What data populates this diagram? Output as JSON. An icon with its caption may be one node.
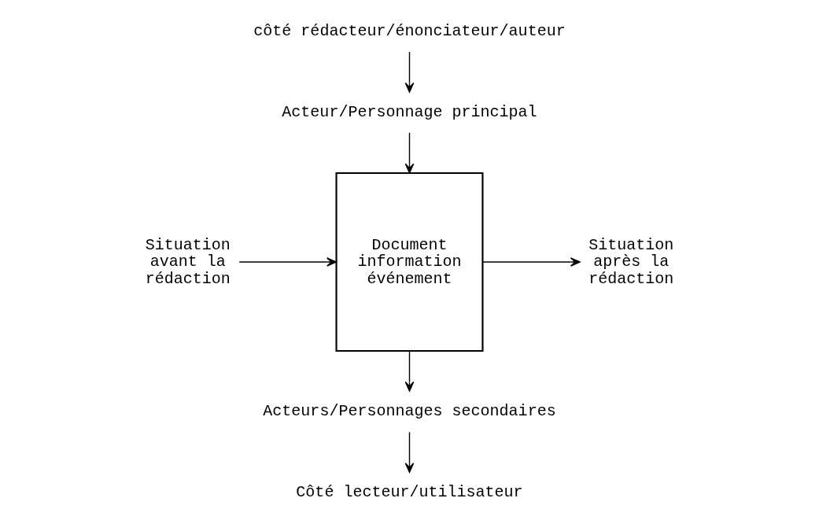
{
  "diagram": {
    "nodes": [
      {
        "text": [
          "côté rédacteur/énonciateur/auteur"
        ]
      },
      {
        "text": [
          "Acteur/Personnage principal"
        ]
      },
      {
        "text": [
          "Situation avant la rédaction"
        ]
      },
      {
        "text": [
          "Document information événement"
        ]
      },
      {
        "text": [
          "Situation après la rédaction"
        ]
      },
      {
        "text": [
          "Acteurs/Personnages secondaires"
        ]
      },
      {
        "text": [
          "Côté lecteur/utilisateur"
        ]
      }
    ],
    "edges": [
      {
        "from": 0,
        "to": 1,
        "arrow": "to"
      },
      {
        "from": 1,
        "to": 3,
        "arrow": "to"
      },
      {
        "from": 2,
        "to": 3,
        "arrow": "to"
      },
      {
        "from": 3,
        "to": 4,
        "arrow": "to"
      },
      {
        "from": 3,
        "to": 5,
        "arrow": "to"
      },
      {
        "from": 5,
        "to": 6,
        "arrow": "to"
      }
    ]
  }
}
